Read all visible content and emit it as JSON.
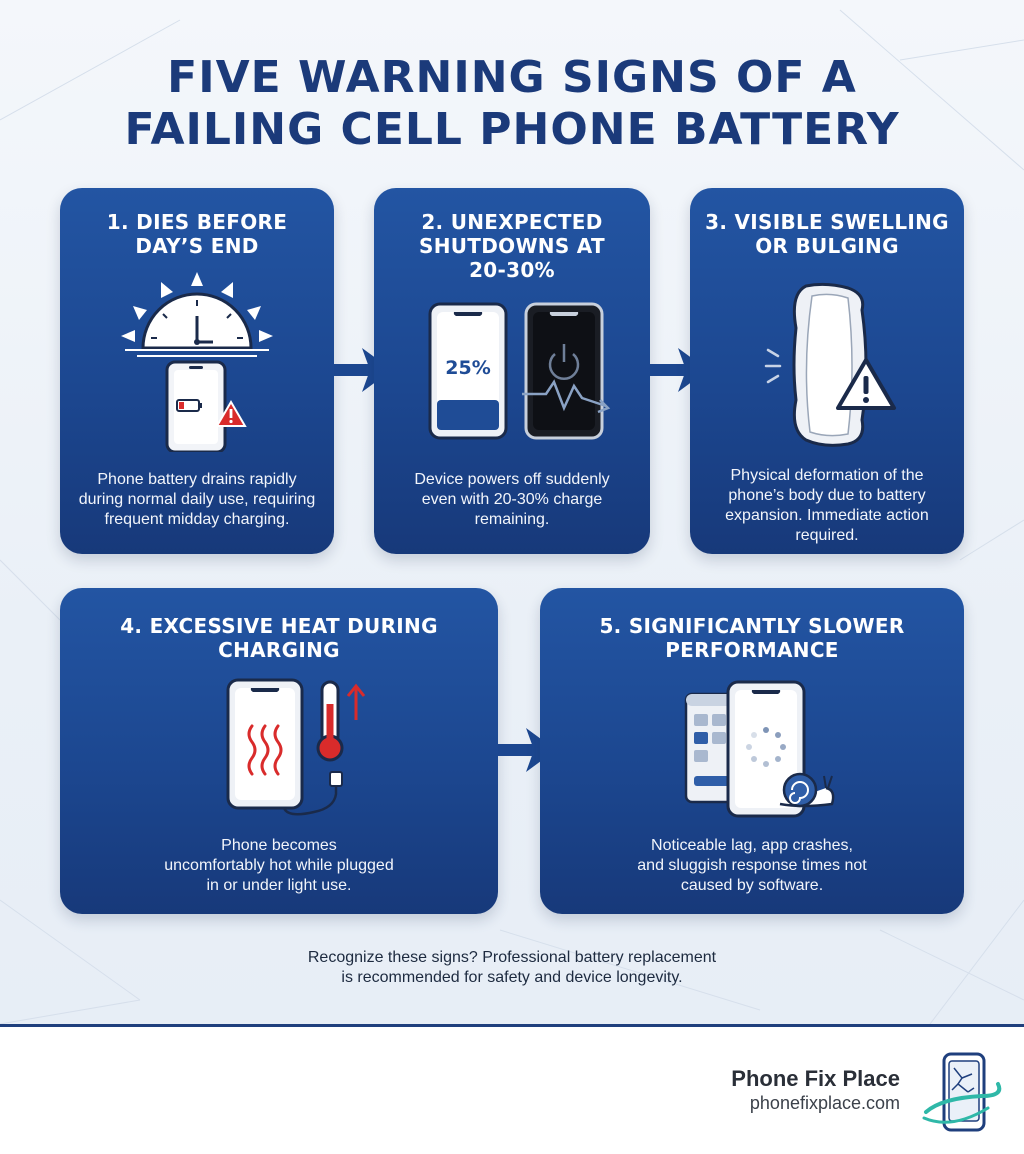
{
  "title": {
    "line1": "FIVE WARNING SIGNS OF A",
    "line2": "FAILING CELL PHONE BATTERY"
  },
  "cards": [
    {
      "title_lines": [
        "1. DIES BEFORE",
        "DAY’S END"
      ],
      "desc_lines": [
        "Phone battery drains rapidly",
        "during normal daily use, requiring",
        "frequent midday charging."
      ],
      "icon": "clock-phone-low-battery-icon"
    },
    {
      "title_lines": [
        "2. UNEXPECTED",
        "SHUTDOWNS AT",
        "20-30%"
      ],
      "desc_lines": [
        "Device powers off suddenly",
        "even with 20-30% charge",
        "remaining."
      ],
      "icon": "phones-shutdown-icon",
      "battery_label": "25%"
    },
    {
      "title_lines": [
        "3. VISIBLE SWELLING",
        "OR BULGING"
      ],
      "desc_lines": [
        "Physical deformation of the",
        "phone’s body due to battery",
        "expansion. Immediate action",
        "required."
      ],
      "icon": "swollen-phone-warning-icon"
    },
    {
      "title_lines": [
        "4. EXCESSIVE HEAT DURING",
        "CHARGING"
      ],
      "desc_lines": [
        "Phone becomes",
        "uncomfortably hot while plugged",
        "in or under light use."
      ],
      "icon": "hot-phone-thermometer-icon"
    },
    {
      "title_lines": [
        "5. SIGNIFICANTLY SLOWER",
        "PERFORMANCE"
      ],
      "desc_lines": [
        "Noticeable lag, app crashes,",
        "and sluggish response times not",
        "caused by software."
      ],
      "icon": "slow-phone-snail-icon"
    }
  ],
  "footer": {
    "line1": "Recognize these signs? Professional battery replacement",
    "line2": "is recommended for safety and device longevity."
  },
  "brand": {
    "name": "Phone Fix Place",
    "url": "phonefixplace.com",
    "logo_icon": "cracked-phone-logo-icon"
  },
  "colors": {
    "card_blue": "#1f4c96",
    "title_navy": "#1b3a7a",
    "warning_red": "#d92b2b",
    "brand_teal": "#2fb8a8"
  }
}
